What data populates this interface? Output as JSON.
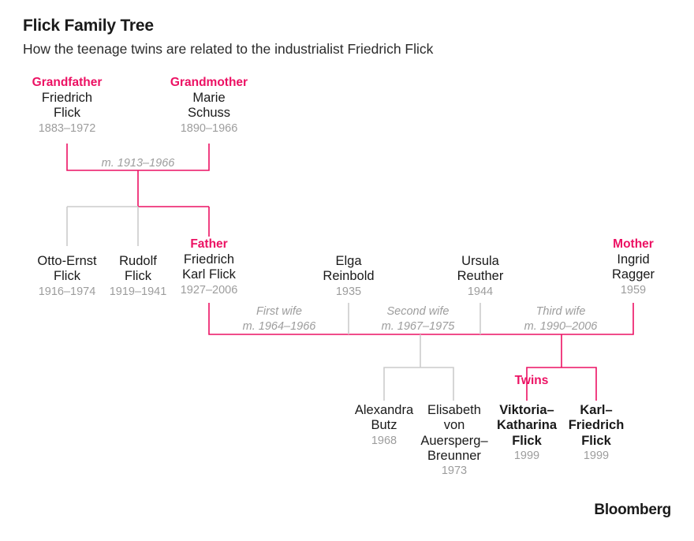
{
  "header": {
    "title": "Flick Family Tree",
    "subtitle": "How the teenage twins are related to the industrialist Friedrich Flick"
  },
  "brand": "Bloomberg",
  "colors": {
    "accent_pink": "#ec1163",
    "text_dark": "#1a1a1a",
    "text_muted": "#9d9d9d",
    "line_gray": "#cccccc"
  },
  "generations": {
    "grandparents": [
      {
        "role": "Grandfather",
        "name_line1": "Friedrich",
        "name_line2": "Flick",
        "dates": "1883–1972"
      },
      {
        "role": "Grandmother",
        "name_line1": "Marie",
        "name_line2": "Schuss",
        "dates": "1890–1966"
      }
    ],
    "grandparent_marriage": "m. 1913–1966",
    "children": [
      {
        "role": "",
        "name_line1": "Otto-Ernst",
        "name_line2": "Flick",
        "dates": "1916–1974"
      },
      {
        "role": "",
        "name_line1": "Rudolf",
        "name_line2": "Flick",
        "dates": "1919–1941"
      },
      {
        "role": "Father",
        "name_line1": "Friedrich",
        "name_line2": "Karl Flick",
        "dates": "1927–2006"
      }
    ],
    "wives": [
      {
        "role": "",
        "name_line1": "Elga",
        "name_line2": "Reinbold",
        "dates": "1935"
      },
      {
        "role": "",
        "name_line1": "Ursula",
        "name_line2": "Reuther",
        "dates": "1944"
      },
      {
        "role": "Mother",
        "name_line1": "Ingrid",
        "name_line2": "Ragger",
        "dates": "1959"
      }
    ],
    "marriages": [
      {
        "label": "First wife",
        "years": "m. 1964–1966"
      },
      {
        "label": "Second wife",
        "years": "m. 1967–1975"
      },
      {
        "label": "Third wife",
        "years": "m. 1990–2006"
      }
    ],
    "twins_label": "Twins",
    "grandchildren": [
      {
        "name_line1": "Alexandra",
        "name_line2": "Butz",
        "name_line3": "",
        "name_line4": "",
        "dates": "1968",
        "bold": false
      },
      {
        "name_line1": "Elisabeth",
        "name_line2": "von",
        "name_line3": "Auersperg–",
        "name_line4": "Breunner",
        "dates": "1973",
        "bold": false
      },
      {
        "name_line1": "Viktoria–",
        "name_line2": "Katharina",
        "name_line3": "Flick",
        "name_line4": "",
        "dates": "1999",
        "bold": true
      },
      {
        "name_line1": "Karl–",
        "name_line2": "Friedrich",
        "name_line3": "Flick",
        "name_line4": "",
        "dates": "1999",
        "bold": true
      }
    ]
  }
}
